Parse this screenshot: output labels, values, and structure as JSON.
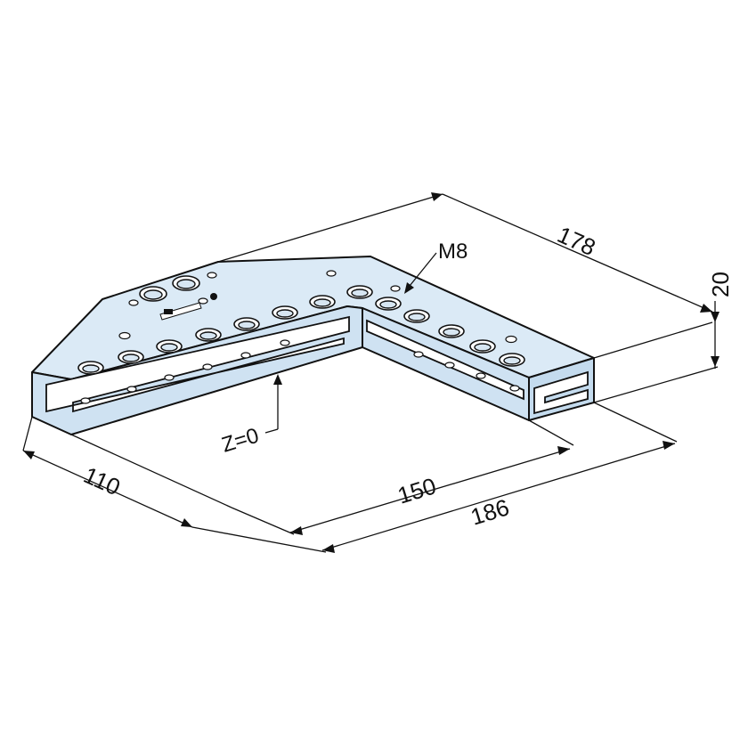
{
  "drawing": {
    "dimensions": {
      "length_back": "178",
      "height": "20",
      "width_left": "110",
      "inner_span": "150",
      "outer_span": "186"
    },
    "labels": {
      "thread": "M8",
      "zero_point": "Z=0"
    },
    "logo_text": "",
    "colors": {
      "part_fill": "#dbeaf6",
      "outline": "#111111",
      "background": "#ffffff"
    }
  }
}
